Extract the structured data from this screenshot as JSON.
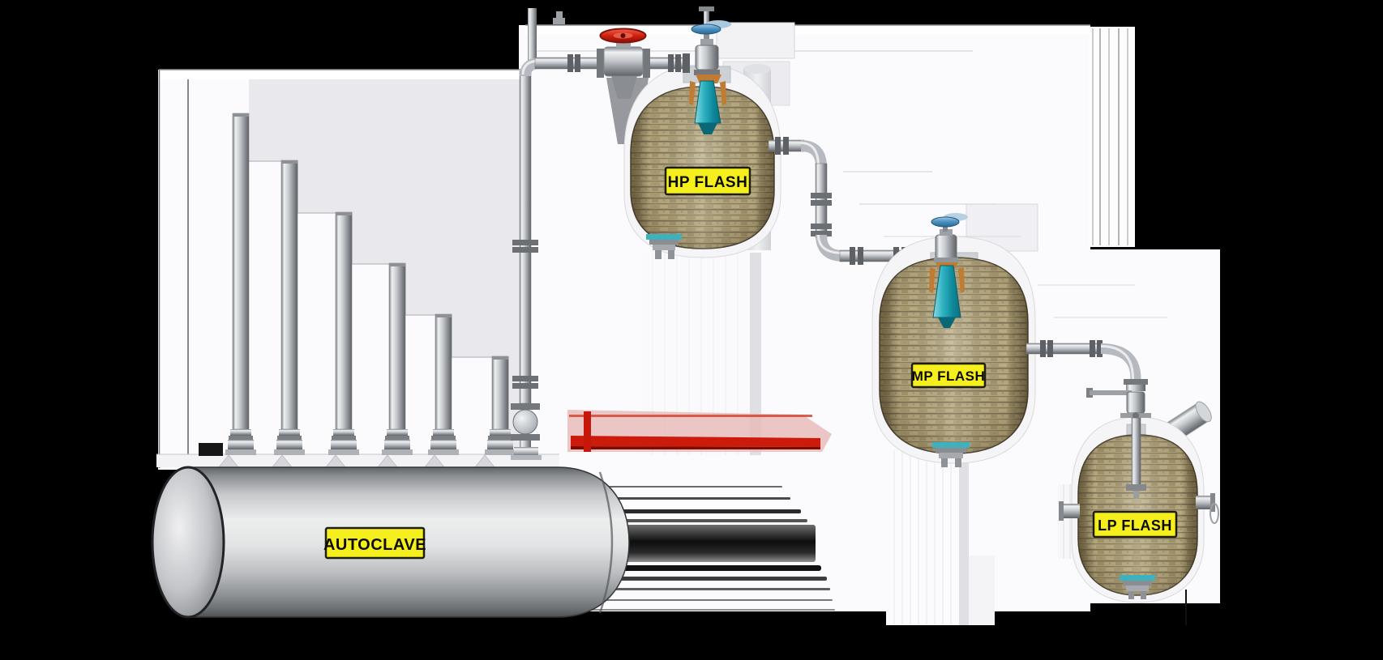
{
  "labels": {
    "autoclave": "AUTOCLAVE",
    "hp_flash": "HP FLASH",
    "mp_flash": "MP FLASH",
    "lp_flash": "LP FLASH"
  },
  "equipment": [
    {
      "id": "autoclave",
      "label": "AUTOCLAVE"
    },
    {
      "id": "hp-flash",
      "label": "HP FLASH"
    },
    {
      "id": "mp-flash",
      "label": "MP FLASH"
    },
    {
      "id": "lp-flash",
      "label": "LP FLASH"
    }
  ],
  "colors": {
    "background": "#000000",
    "backdrop_wall": "#fbfbfd",
    "label_background": "#f5ef1d",
    "label_text": "#0c0c04",
    "brick_lining": "#b3a67c",
    "steel_pipe": "#c7cace",
    "autoclave_shell": "#d9dadc",
    "red_valve_handle": "#cf2010",
    "blue_valve_handle": "#4a8fbe",
    "flash_nozzle_teal": "#1f9fb0",
    "nozzle_collar_orange": "#c07c33"
  }
}
